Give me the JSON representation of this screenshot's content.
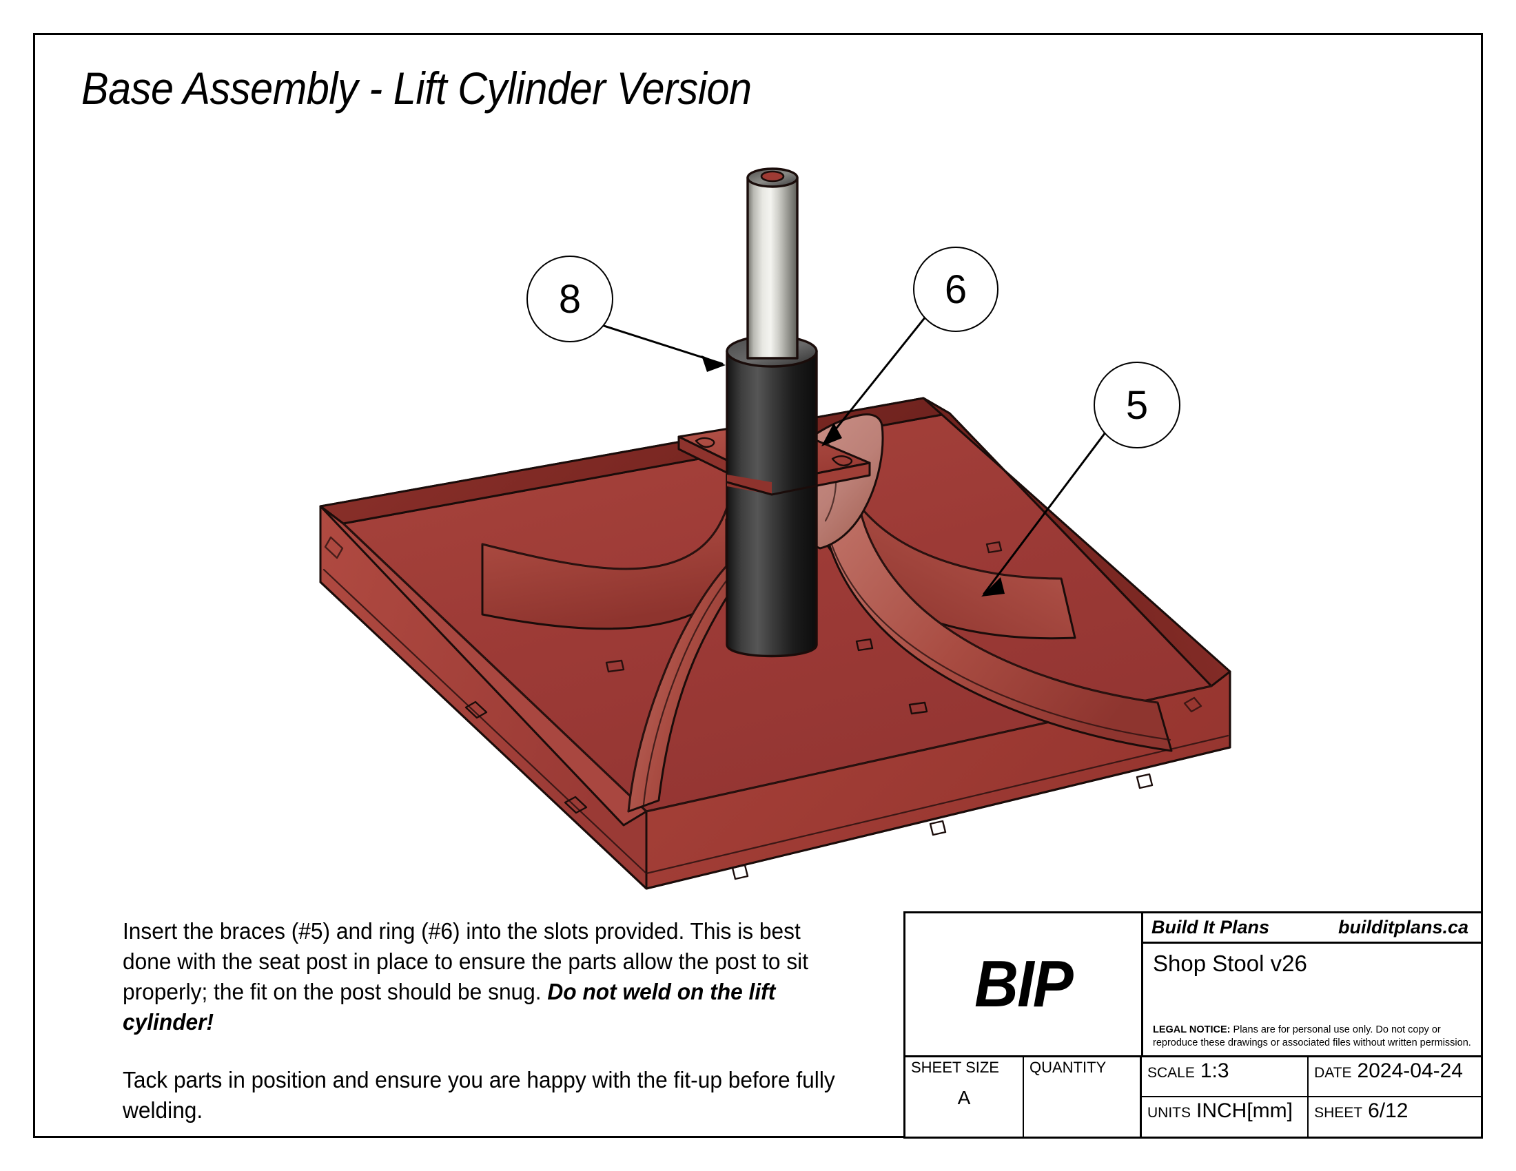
{
  "sheet": {
    "title": "Base Assembly - Lift Cylinder Version"
  },
  "notes": {
    "paragraph1_part1": "Insert the braces (#5) and ring (#6) into the slots provided. This is best done with the seat post in place to ensure the parts allow the post to sit properly; the fit on the post should be snug. ",
    "paragraph1_bold": "Do not weld on the lift cylinder!",
    "paragraph2": "Tack parts in position and ensure you are happy with the fit-up before fully welding."
  },
  "balloons": [
    {
      "label": "8",
      "target": "lift-cylinder"
    },
    {
      "label": "6",
      "target": "ring"
    },
    {
      "label": "5",
      "target": "brace"
    }
  ],
  "title_block": {
    "logo": "BIP",
    "brand": "Build It Plans",
    "website": "builditplans.ca",
    "project": "Shop Stool v26",
    "legal_heading": "LEGAL NOTICE:",
    "legal_text": " Plans are for personal use only. Do not copy or reproduce these drawings or associated files without written permission.",
    "sheet_size_label": "SHEET SIZE",
    "sheet_size_value": "A",
    "quantity_label": "QUANTITY",
    "quantity_value": "",
    "scale_label": "SCALE",
    "scale_value": "1:3",
    "date_label": "DATE",
    "date_value": "2024-04-24",
    "units_label": "UNITS",
    "units_value": "INCH[mm]",
    "sheet_label": "SHEET",
    "sheet_value": "6/12"
  },
  "colors": {
    "tray_outer": "#A8423A",
    "tray_floor": "#9E3B38",
    "tray_inner_wall_dark": "#7E2722",
    "brace_light": "#B35A50",
    "ring_light": "#C08078",
    "cylinder_black": "#2A2A2A",
    "cylinder_chrome": "#C9C9C4",
    "button_red": "#9E3B34",
    "outline": "#1A0C0A"
  }
}
